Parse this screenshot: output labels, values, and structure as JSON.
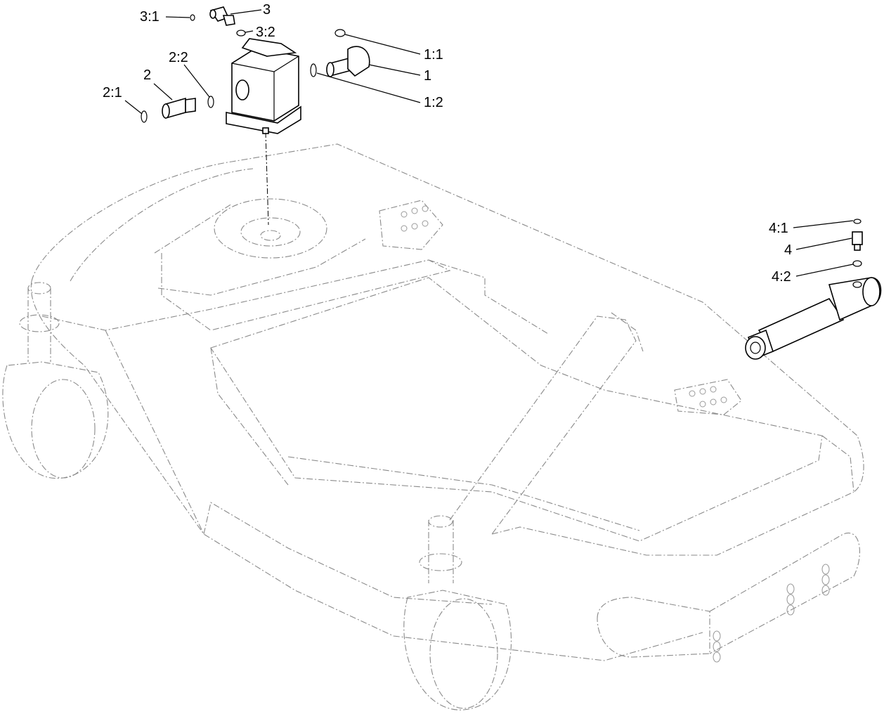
{
  "callouts": {
    "c3_1": "3:1",
    "c3": "3",
    "c3_2": "3:2",
    "c1_1": "1:1",
    "c1": "1",
    "c1_2": "1:2",
    "c2_2": "2:2",
    "c2": "2",
    "c2_1": "2:1",
    "c4_1": "4:1",
    "c4": "4",
    "c4_2": "4:2"
  }
}
